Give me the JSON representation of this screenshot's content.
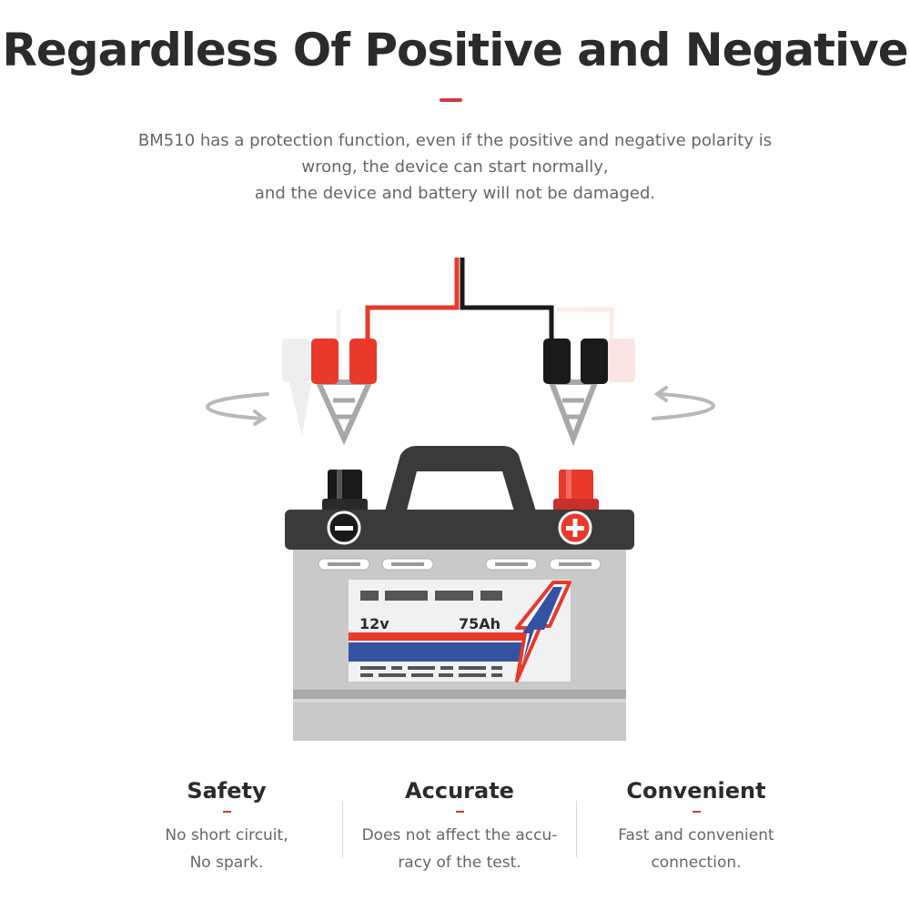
{
  "header": {
    "title": "Regardless Of Positive and Negative",
    "description_lines": [
      "BM510 has a protection function, even if the positive and negative polarity is",
      "wrong, the device can start normally,",
      "and the device and battery will not be damaged."
    ]
  },
  "battery": {
    "voltage_label": "12v",
    "capacity_label": "75Ah",
    "negative_symbol": "−",
    "positive_symbol": "+"
  },
  "features": [
    {
      "title": "Safety",
      "desc_lines": [
        "No short circuit,",
        "No spark."
      ]
    },
    {
      "title": "Accurate",
      "desc_lines": [
        "Does not affect the accu-",
        "racy of the test."
      ]
    },
    {
      "title": "Convenient",
      "desc_lines": [
        "Fast and convenient",
        "connection."
      ]
    }
  ],
  "colors": {
    "accent": "#d03a3a",
    "clamp_red": "#e8392a",
    "clamp_black": "#1a1a1a",
    "battery_body": "#c9c9c9",
    "battery_lid": "#3a3a3a"
  }
}
